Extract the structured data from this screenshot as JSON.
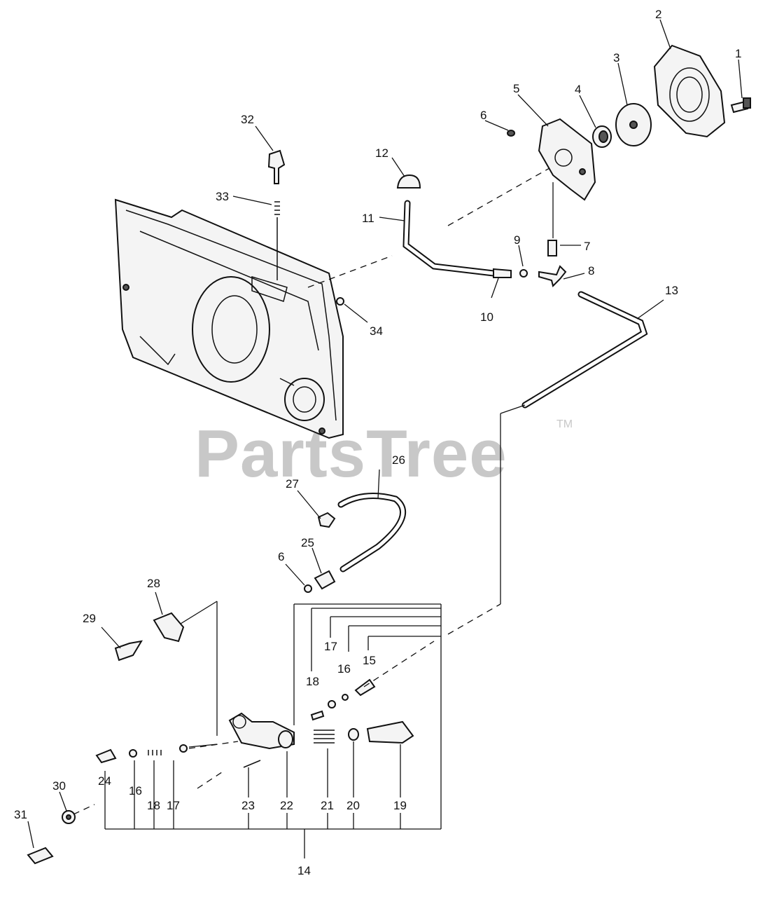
{
  "watermark": {
    "text": "PartsTree",
    "trademark": "TM"
  },
  "callouts": {
    "c1": "1",
    "c2": "2",
    "c3": "3",
    "c4": "4",
    "c5": "5",
    "c6a": "6",
    "c7": "7",
    "c8": "8",
    "c9": "9",
    "c10": "10",
    "c11": "11",
    "c12": "12",
    "c13": "13",
    "c14": "14",
    "c15": "15",
    "c16a": "16",
    "c16b": "16",
    "c17a": "17",
    "c17b": "17",
    "c18a": "18",
    "c18b": "18",
    "c19": "19",
    "c20": "20",
    "c21": "21",
    "c22": "22",
    "c23": "23",
    "c24": "24",
    "c25": "25",
    "c26": "26",
    "c27": "27",
    "c28": "28",
    "c29": "29",
    "c30": "30",
    "c31": "31",
    "c32": "32",
    "c33": "33",
    "c34": "34",
    "c6b": "6"
  }
}
